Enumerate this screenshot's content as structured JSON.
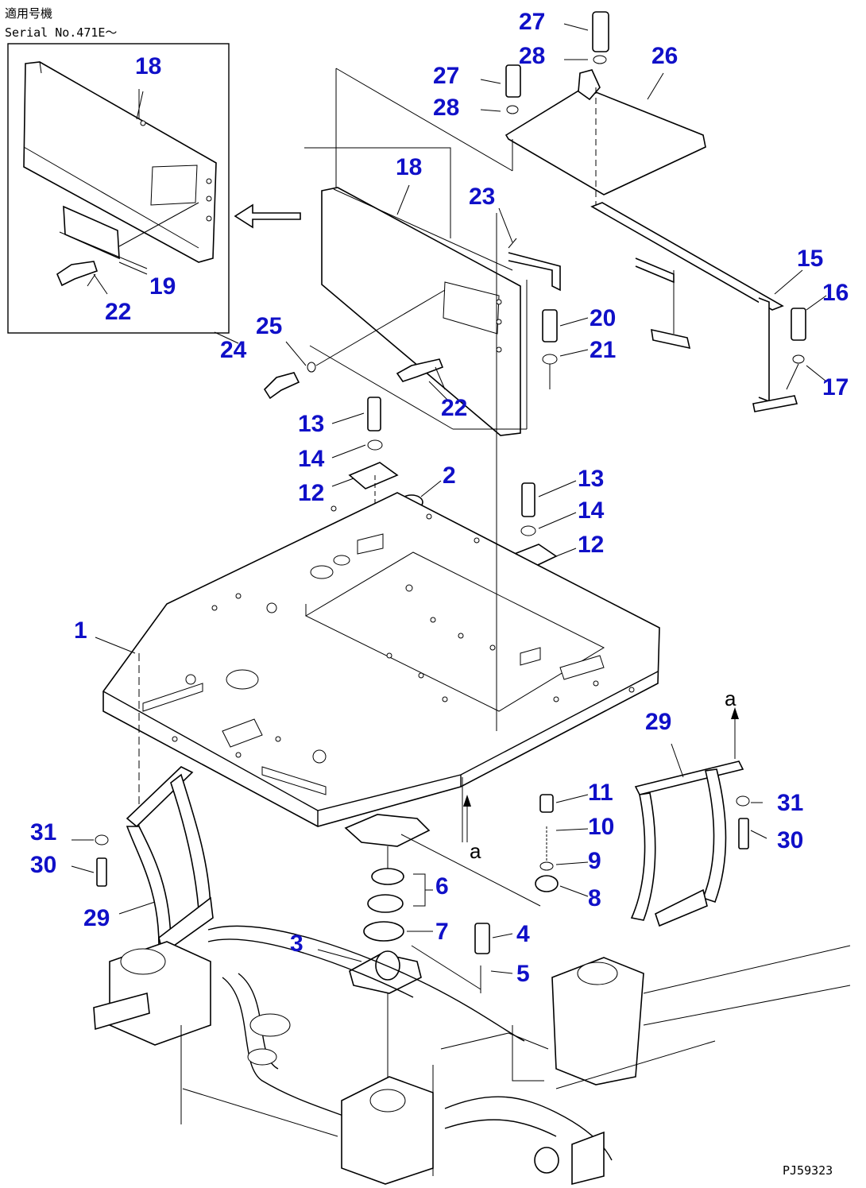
{
  "header": {
    "applicable_label": "適用号機",
    "serial_label": "Serial No.471E〜"
  },
  "figure_code": "PJ59323",
  "section_letter": "a",
  "callouts": {
    "c1": "1",
    "c2": "2",
    "c3": "3",
    "c4": "4",
    "c5": "5",
    "c6": "6",
    "c7": "7",
    "c8": "8",
    "c9": "9",
    "c10": "10",
    "c11": "11",
    "c12a": "12",
    "c12b": "12",
    "c13a": "13",
    "c13b": "13",
    "c14a": "14",
    "c14b": "14",
    "c15": "15",
    "c16": "16",
    "c17": "17",
    "c18a": "18",
    "c18b": "18",
    "c19": "19",
    "c20": "20",
    "c21": "21",
    "c22a": "22",
    "c22b": "22",
    "c23": "23",
    "c24": "24",
    "c25": "25",
    "c26": "26",
    "c27a": "27",
    "c27b": "27",
    "c28a": "28",
    "c28b": "28",
    "c29a": "29",
    "c29b": "29",
    "c30a": "30",
    "c30b": "30",
    "c31a": "31",
    "c31b": "31"
  },
  "colors": {
    "callout": "#1010c8",
    "line": "#000000",
    "background": "#ffffff"
  }
}
